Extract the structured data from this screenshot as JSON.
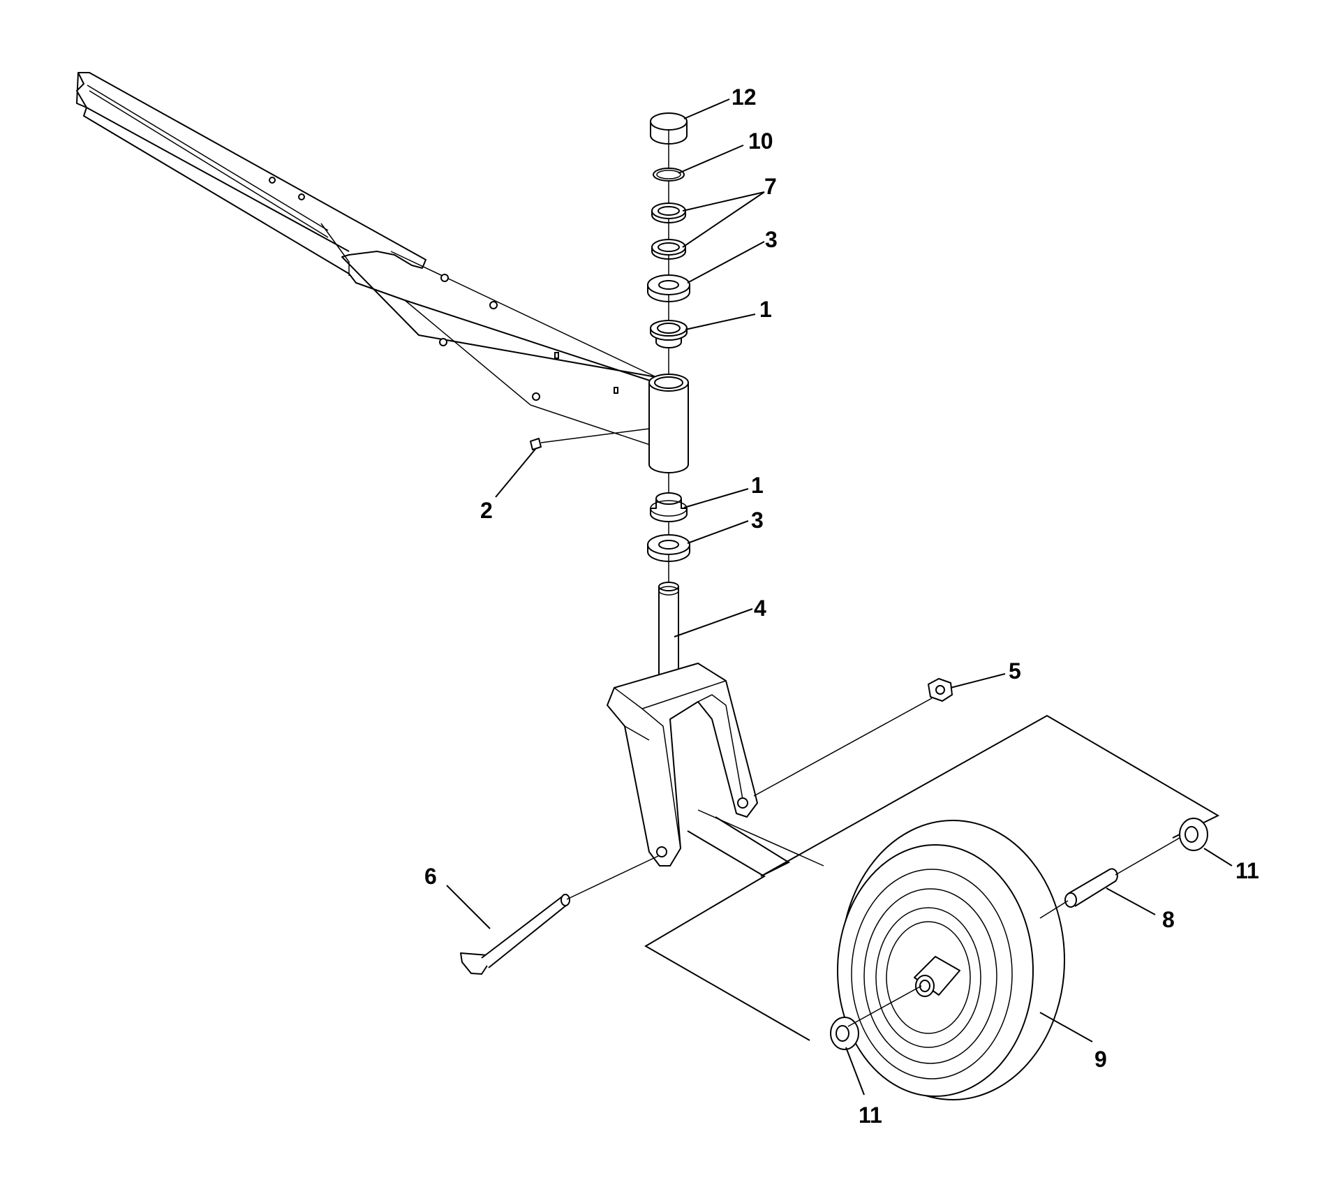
{
  "callouts": {
    "c12": "12",
    "c10": "10",
    "c7": "7",
    "c3a": "3",
    "c1a": "1",
    "c2": "2",
    "c1b": "1",
    "c3b": "3",
    "c4": "4",
    "c5": "5",
    "c6": "6",
    "c11a": "11",
    "c8": "8",
    "c9": "9",
    "c11b": "11"
  },
  "colors": {
    "line": "#000000",
    "background": "#ffffff"
  }
}
